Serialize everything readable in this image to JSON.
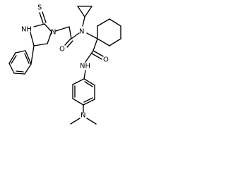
{
  "molecule": {
    "atom_labels": {
      "thione_sulfur": "S",
      "imidazolidine_nh": "NH",
      "imidazolidine_n": "N",
      "acetyl_oxygen": "O",
      "amide_n": "N",
      "carboxamide_oxygen": "O",
      "anilide_nh": "NH",
      "dimethylamino_n": "N"
    },
    "colors": {
      "bond": "#000000",
      "label": "#000000",
      "background": "#ffffff"
    }
  }
}
